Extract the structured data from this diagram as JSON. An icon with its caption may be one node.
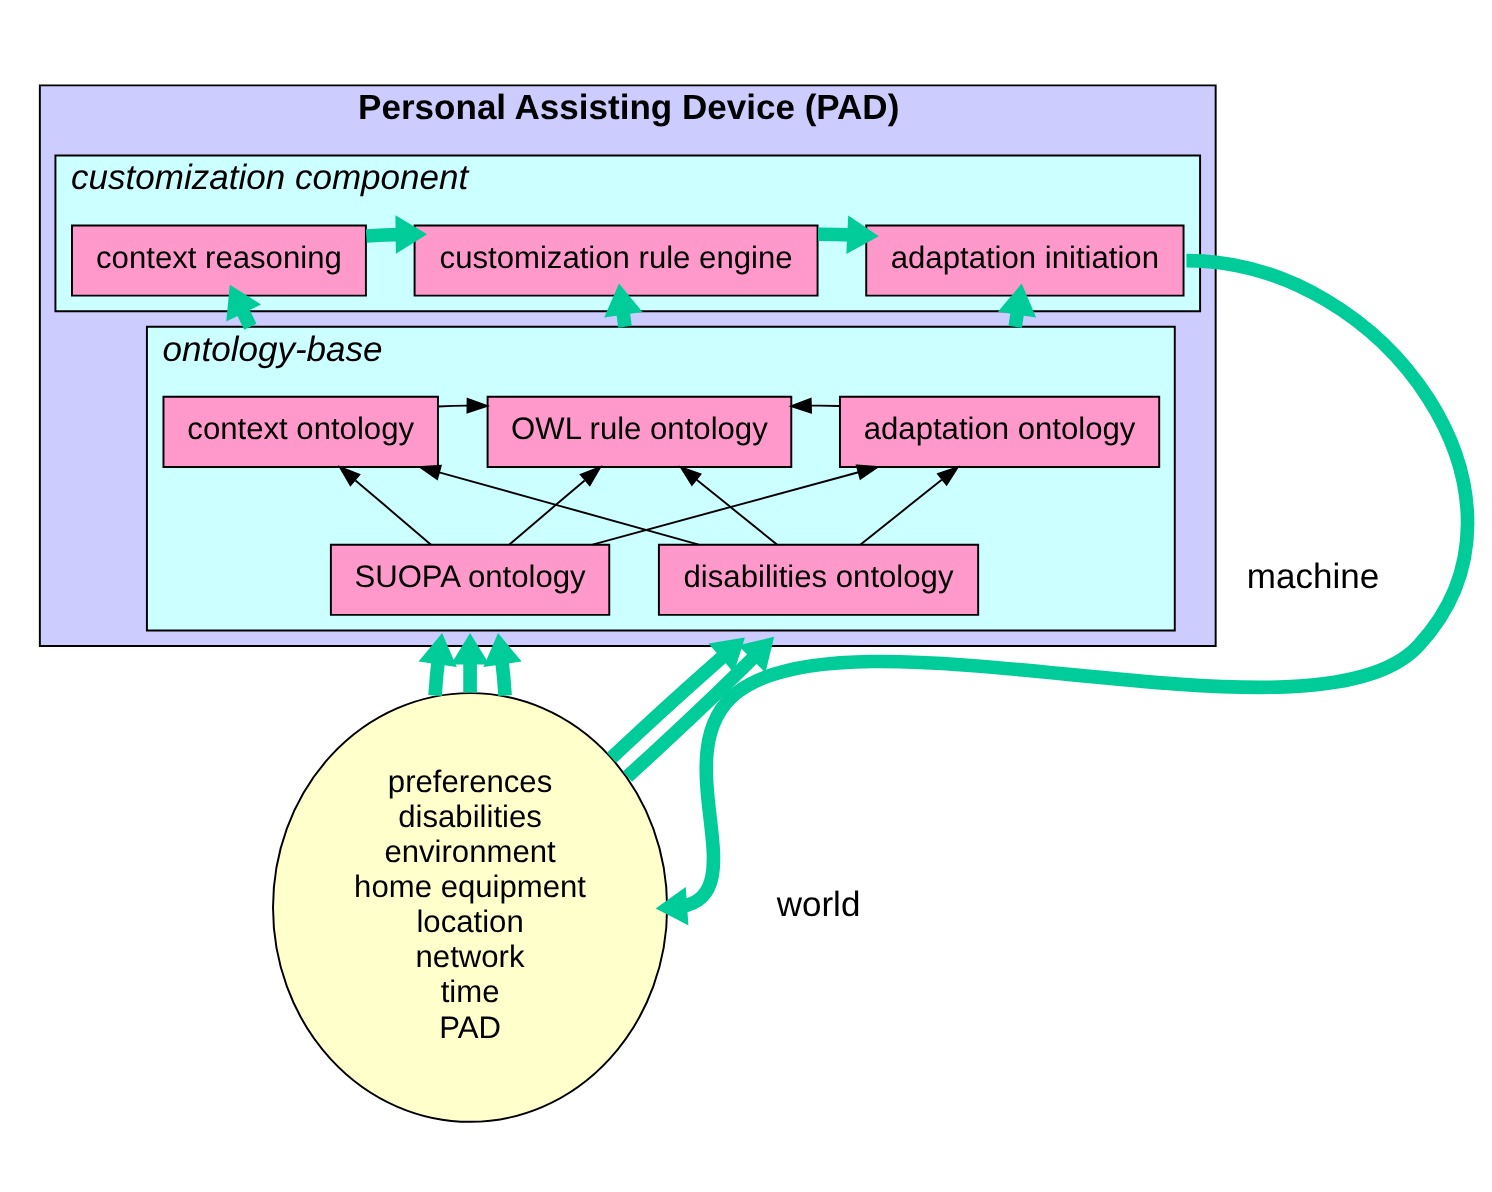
{
  "diagram": {
    "nodes": [
      {
        "text": [
          "Personal Assisting Device (PAD)"
        ]
      },
      {
        "text": [
          "customization component"
        ],
        "in": 0
      },
      {
        "text": [
          "context reasoning"
        ],
        "in": 1
      },
      {
        "text": [
          "customization rule engine"
        ],
        "in": 1
      },
      {
        "text": [
          "adaptation initiation"
        ],
        "in": 1
      },
      {
        "text": [
          "ontology-base"
        ],
        "in": 0
      },
      {
        "text": [
          "context ontology"
        ],
        "in": 5
      },
      {
        "text": [
          "OWL rule ontology"
        ],
        "in": 5
      },
      {
        "text": [
          "adaptation ontology"
        ],
        "in": 5
      },
      {
        "text": [
          "SUOPA ontology"
        ],
        "in": 5
      },
      {
        "text": [
          "disabilities ontology"
        ],
        "in": 5
      },
      {
        "text": [
          "preferences",
          "disabilities",
          "environment",
          "home equipment",
          "location",
          "network",
          "time",
          "PAD"
        ]
      }
    ],
    "edges": [
      {
        "from": 2,
        "to": 3,
        "arrow": "to"
      },
      {
        "from": 3,
        "to": 4,
        "arrow": "to"
      },
      {
        "from": 5,
        "to": 2,
        "arrow": "to"
      },
      {
        "from": 5,
        "to": 3,
        "arrow": "to"
      },
      {
        "from": 5,
        "to": 4,
        "arrow": "to"
      },
      {
        "from": 6,
        "to": 7,
        "arrow": "to",
        "color": "#000000"
      },
      {
        "from": 8,
        "to": 7,
        "arrow": "to",
        "color": "#000000"
      },
      {
        "from": 9,
        "to": 6,
        "arrow": "to",
        "color": "#000000"
      },
      {
        "from": 9,
        "to": 7,
        "arrow": "to",
        "color": "#000000"
      },
      {
        "from": 9,
        "to": 8,
        "arrow": "to",
        "color": "#000000"
      },
      {
        "from": 10,
        "to": 6,
        "arrow": "to",
        "color": "#000000"
      },
      {
        "from": 10,
        "to": 7,
        "arrow": "to",
        "color": "#000000"
      },
      {
        "from": 10,
        "to": 8,
        "arrow": "to",
        "color": "#000000"
      },
      {
        "from": 11,
        "to": 0,
        "arrow": "to"
      },
      {
        "from": 11,
        "to": 0,
        "arrow": "to"
      },
      {
        "from": 11,
        "to": 0,
        "arrow": "to"
      },
      {
        "from": 11,
        "to": 0,
        "arrow": "to"
      },
      {
        "from": 11,
        "to": 0,
        "arrow": "to"
      },
      {
        "from": 4,
        "to": 11,
        "arrow": "to"
      }
    ],
    "labels": [
      "machine",
      "world"
    ]
  }
}
